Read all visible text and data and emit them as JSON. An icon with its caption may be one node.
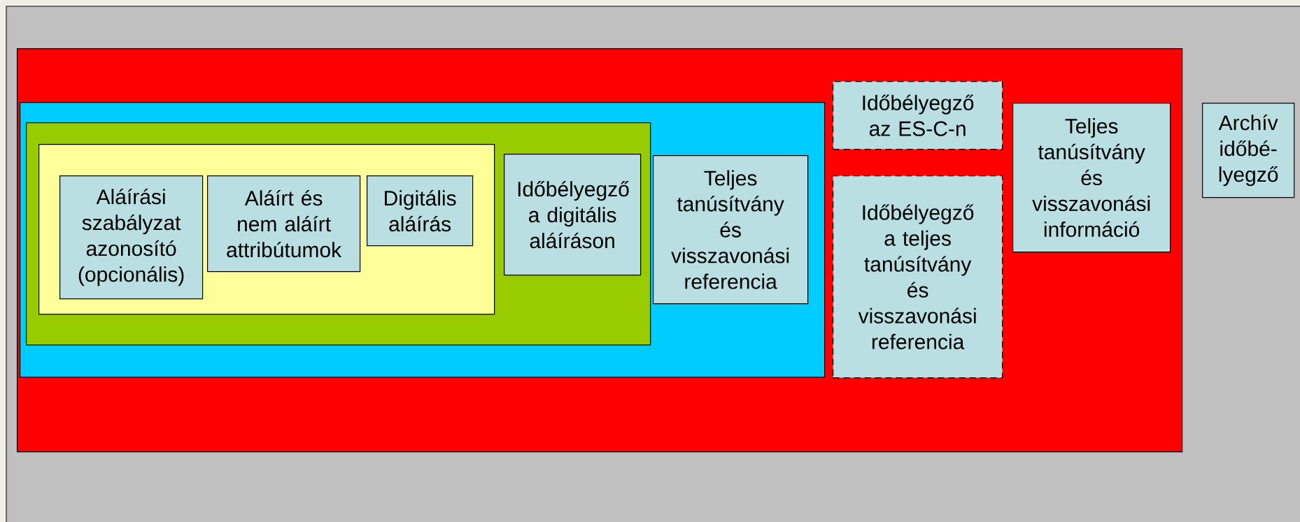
{
  "diagram": {
    "nodes": [
      {
        "text": [],
        "shape": "box"
      },
      {
        "text": [],
        "shape": "box",
        "in": 0
      },
      {
        "text": [],
        "shape": "box",
        "in": 1
      },
      {
        "text": [],
        "shape": "box",
        "in": 2
      },
      {
        "text": [
          "Aláírási szabályzat azonosító (opcionális)"
        ],
        "in": 3
      },
      {
        "text": [
          "Aláírt és nem aláírt attribútumok"
        ],
        "in": 3
      },
      {
        "text": [
          "Digitális aláírás"
        ],
        "in": 3
      },
      {
        "text": [
          "Időbélyegző a digitális aláíráson"
        ],
        "in": 2
      },
      {
        "text": [
          "Teljes tanúsítvány és visszavonási referencia"
        ],
        "in": 1
      },
      {
        "text": [
          "Időbélyegző az ES-C-n"
        ],
        "in": 0
      },
      {
        "text": [
          "Időbélyegző a teljes tanúsítvány és visszavonási referencia"
        ],
        "in": 0
      },
      {
        "text": [
          "Teljes tanúsítvány és visszavonási információ"
        ],
        "in": 0
      },
      {
        "text": [
          "Archív időbé- lyegző"
        ]
      }
    ]
  }
}
